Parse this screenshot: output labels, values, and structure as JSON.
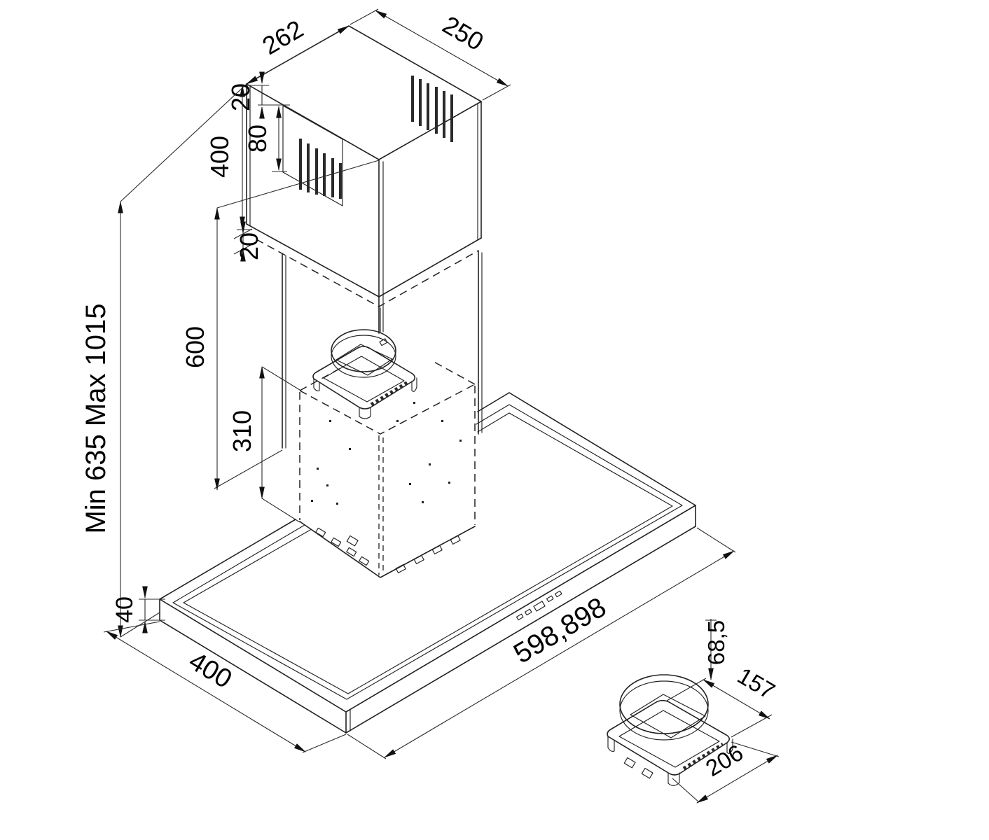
{
  "page": {
    "background": "#ffffff"
  },
  "drawing": {
    "type": "technical-dimension-drawing",
    "subject": "chimney cooker hood installation dimensions, isometric view with duct outlet detail",
    "units": "mm",
    "colors": {
      "line": "#222222",
      "text": "#000000",
      "background": "#ffffff"
    },
    "labels": {
      "top_section_width": "262",
      "top_section_depth": "250",
      "vent_top_offset": "20",
      "vent_height": "80",
      "upper_chimney_height": "400",
      "telescopic_overlap": "20",
      "chimney_height": "600",
      "body_height": "310",
      "mounting_height_range": "Min 635 Max 1015",
      "canopy_thickness": "40",
      "canopy_depth": "400",
      "canopy_width_options": "598,898",
      "outlet_height": "68,5",
      "outlet_depth": "157",
      "outlet_width": "206"
    }
  }
}
